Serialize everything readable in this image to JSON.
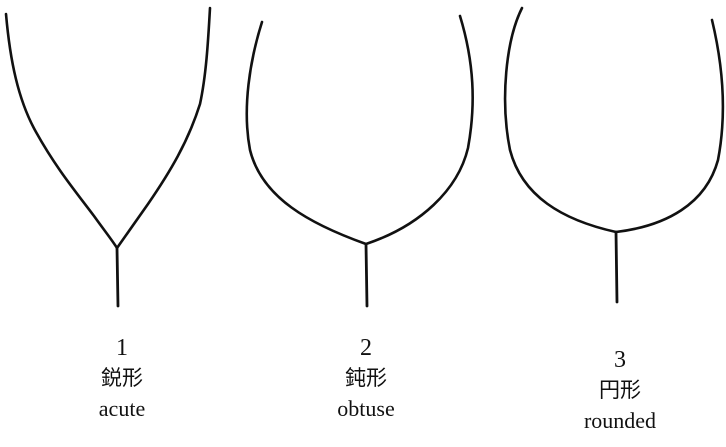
{
  "figure": {
    "leaf_bases": [
      {
        "number": "1",
        "japanese": "鋭形",
        "english": "acute"
      },
      {
        "number": "2",
        "japanese": "鈍形",
        "english": "obtuse"
      },
      {
        "number": "3",
        "japanese": "円形",
        "english": "rounded"
      }
    ]
  }
}
